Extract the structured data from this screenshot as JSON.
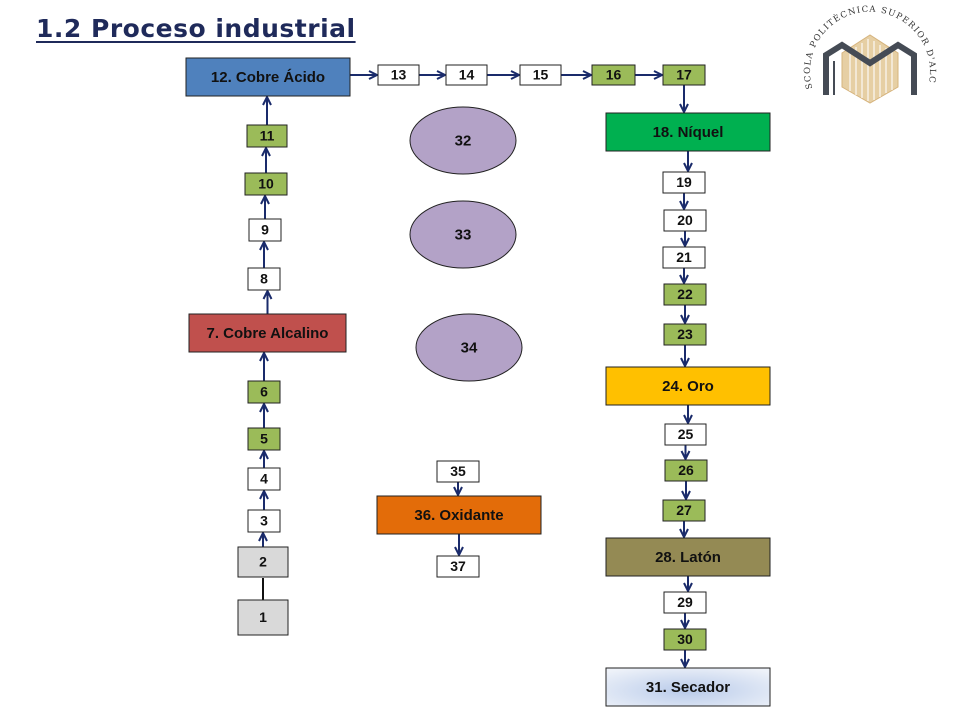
{
  "title": "1.2 Proceso industrial",
  "logo": {
    "name": "Escola Politècnica Superior d'Alcoi",
    "text": "ESCOLA POLITÈCNICA SUPERIOR D'ALCOI"
  },
  "colors": {
    "white": "#ffffff",
    "gray": "#d9d9d9",
    "light_green": "#9bbb59",
    "blue": "#4f81bd",
    "red": "#c0504d",
    "green": "#00b050",
    "gold": "#ffc000",
    "olive": "#948a54",
    "orange": "#e36c09",
    "lavender": "#b3a2c7",
    "light_blue": "#dce6f2",
    "arrow": "#1a2b6b"
  },
  "nodes": [
    {
      "id": "1",
      "label": "1",
      "color": "gray"
    },
    {
      "id": "2",
      "label": "2",
      "color": "gray"
    },
    {
      "id": "3",
      "label": "3",
      "color": "white"
    },
    {
      "id": "4",
      "label": "4",
      "color": "white"
    },
    {
      "id": "5",
      "label": "5",
      "color": "light_green"
    },
    {
      "id": "6",
      "label": "6",
      "color": "light_green"
    },
    {
      "id": "7",
      "label": "7. Cobre Alcalino",
      "color": "red"
    },
    {
      "id": "8",
      "label": "8",
      "color": "white"
    },
    {
      "id": "9",
      "label": "9",
      "color": "white"
    },
    {
      "id": "10",
      "label": "10",
      "color": "light_green"
    },
    {
      "id": "11",
      "label": "11",
      "color": "light_green"
    },
    {
      "id": "12",
      "label": "12. Cobre Ácido",
      "color": "blue"
    },
    {
      "id": "13",
      "label": "13",
      "color": "white"
    },
    {
      "id": "14",
      "label": "14",
      "color": "white"
    },
    {
      "id": "15",
      "label": "15",
      "color": "white"
    },
    {
      "id": "16",
      "label": "16",
      "color": "light_green"
    },
    {
      "id": "17",
      "label": "17",
      "color": "light_green"
    },
    {
      "id": "18",
      "label": "18. Níquel",
      "color": "green"
    },
    {
      "id": "19",
      "label": "19",
      "color": "white"
    },
    {
      "id": "20",
      "label": "20",
      "color": "white"
    },
    {
      "id": "21",
      "label": "21",
      "color": "white"
    },
    {
      "id": "22",
      "label": "22",
      "color": "light_green"
    },
    {
      "id": "23",
      "label": "23",
      "color": "light_green"
    },
    {
      "id": "24",
      "label": "24. Oro",
      "color": "gold"
    },
    {
      "id": "25",
      "label": "25",
      "color": "white"
    },
    {
      "id": "26",
      "label": "26",
      "color": "light_green"
    },
    {
      "id": "27",
      "label": "27",
      "color": "light_green"
    },
    {
      "id": "28",
      "label": "28. Latón",
      "color": "olive"
    },
    {
      "id": "29",
      "label": "29",
      "color": "white"
    },
    {
      "id": "30",
      "label": "30",
      "color": "light_green"
    },
    {
      "id": "31",
      "label": "31. Secador",
      "color": "light_blue"
    },
    {
      "id": "32",
      "label": "32",
      "color": "lavender",
      "shape": "ellipse"
    },
    {
      "id": "33",
      "label": "33",
      "color": "lavender",
      "shape": "ellipse"
    },
    {
      "id": "34",
      "label": "34",
      "color": "lavender",
      "shape": "ellipse"
    },
    {
      "id": "35",
      "label": "35",
      "color": "white"
    },
    {
      "id": "36",
      "label": "36. Oxidante",
      "color": "orange"
    },
    {
      "id": "37",
      "label": "37",
      "color": "white"
    }
  ],
  "edges": [
    {
      "from": "1",
      "to": "2",
      "arrow": false
    },
    {
      "from": "2",
      "to": "3",
      "arrow": true
    },
    {
      "from": "3",
      "to": "4",
      "arrow": true
    },
    {
      "from": "4",
      "to": "5",
      "arrow": true
    },
    {
      "from": "5",
      "to": "6",
      "arrow": true
    },
    {
      "from": "6",
      "to": "7",
      "arrow": true
    },
    {
      "from": "7",
      "to": "8",
      "arrow": true
    },
    {
      "from": "8",
      "to": "9",
      "arrow": true
    },
    {
      "from": "9",
      "to": "10",
      "arrow": true
    },
    {
      "from": "10",
      "to": "11",
      "arrow": true
    },
    {
      "from": "11",
      "to": "12",
      "arrow": true
    },
    {
      "from": "12",
      "to": "13",
      "arrow": true
    },
    {
      "from": "13",
      "to": "14",
      "arrow": true
    },
    {
      "from": "14",
      "to": "15",
      "arrow": true
    },
    {
      "from": "15",
      "to": "16",
      "arrow": true
    },
    {
      "from": "16",
      "to": "17",
      "arrow": true
    },
    {
      "from": "17",
      "to": "18",
      "arrow": true
    },
    {
      "from": "18",
      "to": "19",
      "arrow": true
    },
    {
      "from": "19",
      "to": "20",
      "arrow": true
    },
    {
      "from": "20",
      "to": "21",
      "arrow": true
    },
    {
      "from": "21",
      "to": "22",
      "arrow": true
    },
    {
      "from": "22",
      "to": "23",
      "arrow": true
    },
    {
      "from": "23",
      "to": "24",
      "arrow": true
    },
    {
      "from": "24",
      "to": "25",
      "arrow": true
    },
    {
      "from": "25",
      "to": "26",
      "arrow": true
    },
    {
      "from": "26",
      "to": "27",
      "arrow": true
    },
    {
      "from": "27",
      "to": "28",
      "arrow": true
    },
    {
      "from": "28",
      "to": "29",
      "arrow": true
    },
    {
      "from": "29",
      "to": "30",
      "arrow": true
    },
    {
      "from": "30",
      "to": "31",
      "arrow": true
    },
    {
      "from": "35",
      "to": "36",
      "arrow": true
    },
    {
      "from": "36",
      "to": "37",
      "arrow": true
    }
  ]
}
